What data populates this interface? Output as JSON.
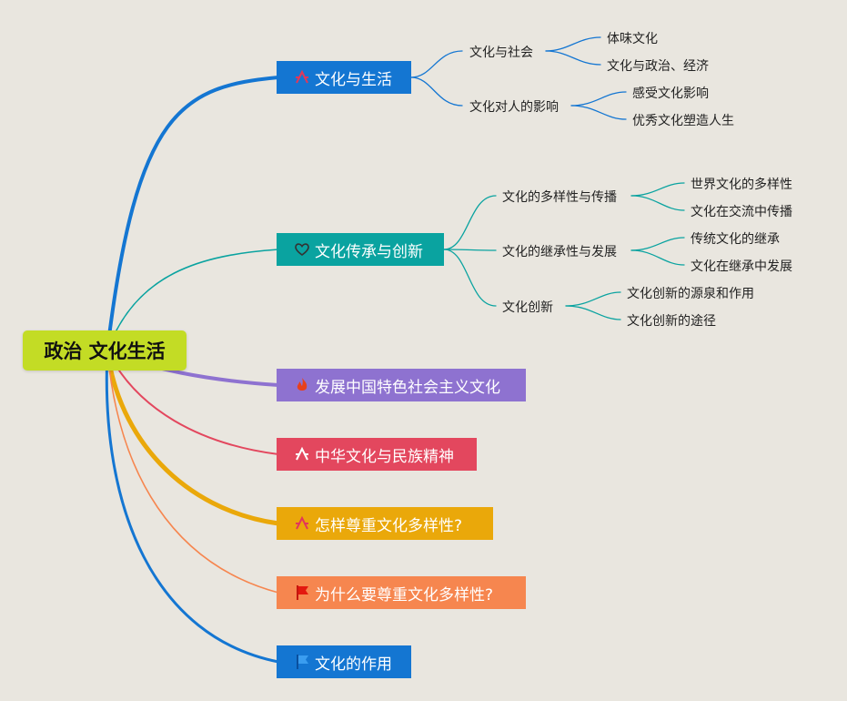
{
  "root": {
    "label": "政治 文化生活",
    "color": "#c3dc25"
  },
  "branches": [
    {
      "label": "文化与生活",
      "color": "#1476d2",
      "icon": "scales-icon",
      "children": [
        {
          "label": "文化与社会",
          "children": [
            "体味文化",
            "文化与政治、经济"
          ]
        },
        {
          "label": "文化对人的影响",
          "children": [
            "感受文化影响",
            "优秀文化塑造人生"
          ]
        }
      ]
    },
    {
      "label": "文化传承与创新",
      "color": "#0aa3a0",
      "icon": "heart-icon",
      "children": [
        {
          "label": "文化的多样性与传播",
          "children": [
            "世界文化的多样性",
            "文化在交流中传播"
          ]
        },
        {
          "label": "文化的继承性与发展",
          "children": [
            "传统文化的继承",
            "文化在继承中发展"
          ]
        },
        {
          "label": "文化创新",
          "children": [
            "文化创新的源泉和作用",
            "文化创新的途径"
          ]
        }
      ]
    },
    {
      "label": "发展中国特色社会主义文化",
      "color": "#8e72d0",
      "icon": "flame-icon",
      "children": []
    },
    {
      "label": "中华文化与民族精神",
      "color": "#e3475e",
      "icon": "scales-icon",
      "children": []
    },
    {
      "label": "怎样尊重文化多样性?",
      "color": "#eaa80a",
      "icon": "scales-icon",
      "children": []
    },
    {
      "label": "为什么要尊重文化多样性?",
      "color": "#f6864f",
      "icon": "red-flag-icon",
      "children": []
    },
    {
      "label": "文化的作用",
      "color": "#1476d2",
      "icon": "blue-flag-icon",
      "children": []
    }
  ]
}
